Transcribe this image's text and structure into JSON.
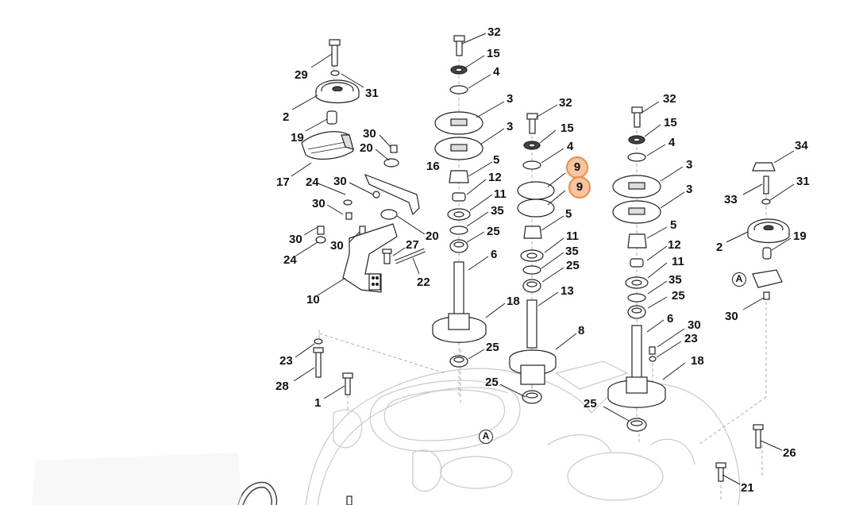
{
  "colors": {
    "highlight_fill": "#f7c6a1",
    "highlight_border": "#f08a3c",
    "line": "#222222",
    "ghost": "#c8c8c8"
  },
  "callouts": {
    "p29": "29",
    "p31a": "31",
    "p2a": "2",
    "p19a": "19",
    "p17": "17",
    "p30a": "30",
    "p20a": "20",
    "p24a": "24",
    "p30b": "30",
    "p30c": "30",
    "p30d": "30",
    "p30e": "30",
    "p24b": "24",
    "p10": "10",
    "p27": "27",
    "p22": "22",
    "p20b": "20",
    "p32a": "32",
    "p15a": "15",
    "p4a": "4",
    "p3a": "3",
    "p3b": "3",
    "p16": "16",
    "p5a": "5",
    "p12a": "12",
    "p11a": "11",
    "p35a": "35",
    "p25a": "25",
    "p6a": "6",
    "p18a": "18",
    "p25b": "25",
    "p25c": "25",
    "p32b": "32",
    "p15b": "15",
    "p4b": "4",
    "p9a": "9",
    "p9b": "9",
    "p5b": "5",
    "p11b": "11",
    "p35b": "35",
    "p25d": "25",
    "p13": "13",
    "p8": "8",
    "p32c": "32",
    "p15c": "15",
    "p4c": "4",
    "p3c": "3",
    "p3d": "3",
    "p5c": "5",
    "p12b": "12",
    "p11c": "11",
    "p35c": "35",
    "p25e": "25",
    "p6b": "6",
    "p30f": "30",
    "p23a": "23",
    "p18b": "18",
    "p25f": "25",
    "p34": "34",
    "p33": "33",
    "p31b": "31",
    "p2b": "2",
    "p19b": "19",
    "p30g": "30",
    "p23b": "23",
    "p28": "28",
    "p1": "1",
    "p26": "26",
    "p21": "21",
    "refA1": "A",
    "refA2": "A"
  }
}
